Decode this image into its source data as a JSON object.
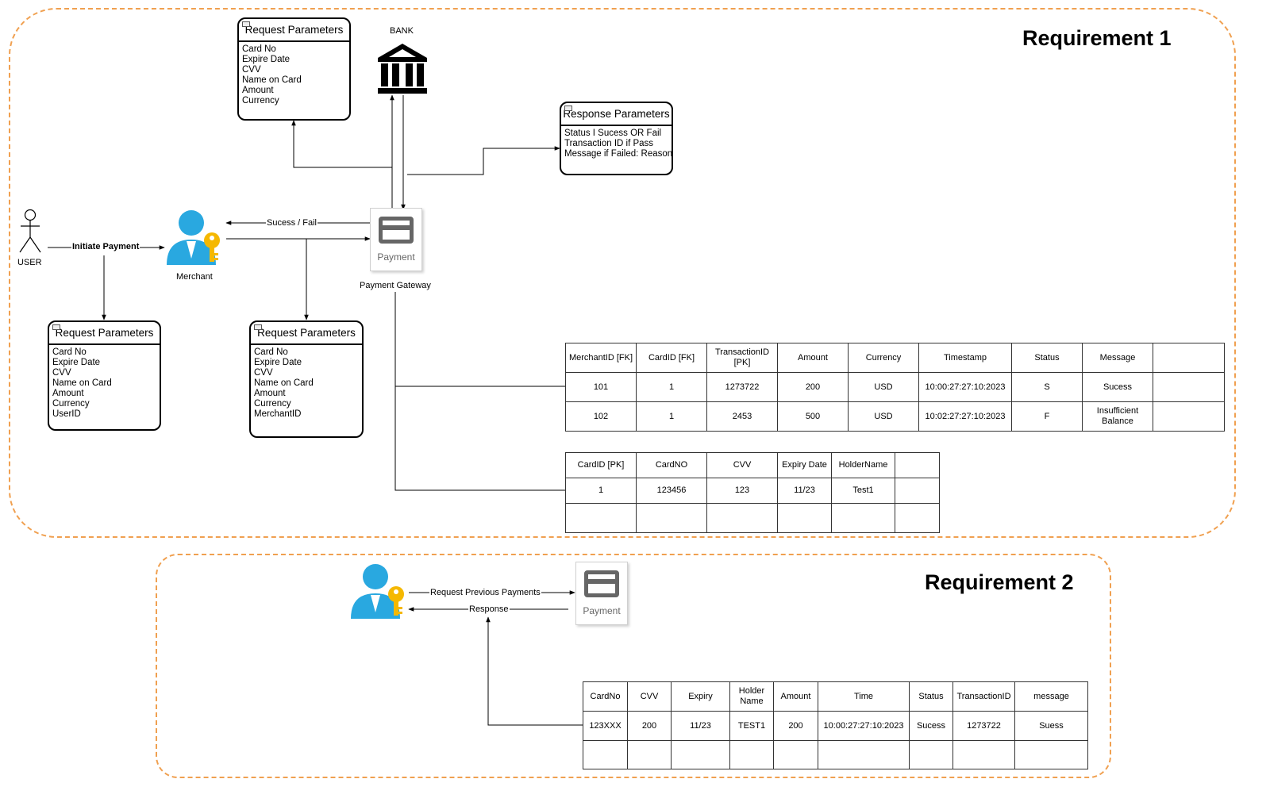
{
  "requirement1": {
    "title": "Requirement 1",
    "user_label": "USER",
    "merchant_label": "Merchant",
    "bank_label": "BANK",
    "gateway_icon_label": "Payment",
    "gateway_label": "Payment Gateway",
    "edge_initiate_payment": "Initiate Payment",
    "edge_success_fail": "Sucess / Fail",
    "request_params_top": {
      "title": "Request Parameters",
      "items": [
        "Card No",
        "Expire Date",
        "CVV",
        "Name on Card",
        "Amount",
        "Currency"
      ]
    },
    "response_params": {
      "title": "Response Parameters",
      "items": [
        "Status I Sucess OR Fail",
        "Transaction ID if Pass",
        "Message if Failed: Reason"
      ]
    },
    "request_params_user": {
      "title": "Request Parameters",
      "items": [
        "Card No",
        "Expire Date",
        "CVV",
        "Name on Card",
        "Amount",
        "Currency",
        "UserID"
      ]
    },
    "request_params_merchant": {
      "title": "Request Parameters",
      "items": [
        "Card No",
        "Expire Date",
        "CVV",
        "Name on Card",
        "Amount",
        "Currency",
        "MerchantID"
      ]
    },
    "transactions_table": {
      "headers": [
        "MerchantID [FK]",
        "CardID [FK]",
        "TransactionID [PK]",
        "Amount",
        "Currency",
        "Timestamp",
        "Status",
        "Message",
        ""
      ],
      "rows": [
        [
          "101",
          "1",
          "1273722",
          "200",
          "USD",
          "10:00:27:27:10:2023",
          "S",
          "Sucess",
          ""
        ],
        [
          "102",
          "1",
          "2453",
          "500",
          "USD",
          "10:02:27:27:10:2023",
          "F",
          "Insufficient Balance",
          ""
        ]
      ]
    },
    "cards_table": {
      "headers": [
        "CardID [PK]",
        "CardNO",
        "CVV",
        "Expiry Date",
        "HolderName",
        ""
      ],
      "rows": [
        [
          "1",
          "123456",
          "123",
          "11/23",
          "Test1",
          ""
        ],
        [
          "",
          "",
          "",
          "",
          "",
          ""
        ]
      ]
    }
  },
  "requirement2": {
    "title": "Requirement 2",
    "gateway_icon_label": "Payment",
    "edge_request_previous": "Request Previous Payments",
    "edge_response": "Response",
    "history_table": {
      "headers": [
        "CardNo",
        "CVV",
        "Expiry",
        "Holder Name",
        "Amount",
        "Time",
        "Status",
        "TransactionID",
        "message"
      ],
      "rows": [
        [
          "123XXX",
          "200",
          "11/23",
          "TEST1",
          "200",
          "10:00:27:27:10:2023",
          "Sucess",
          "1273722",
          "Suess"
        ],
        [
          "",
          "",
          "",
          "",
          "",
          "",
          "",
          "",
          ""
        ]
      ]
    }
  },
  "colors": {
    "region_border": "#f0a050",
    "person_blue": "#29a8e0",
    "key_gold": "#f5b800",
    "gateway_gray": "#666666"
  }
}
